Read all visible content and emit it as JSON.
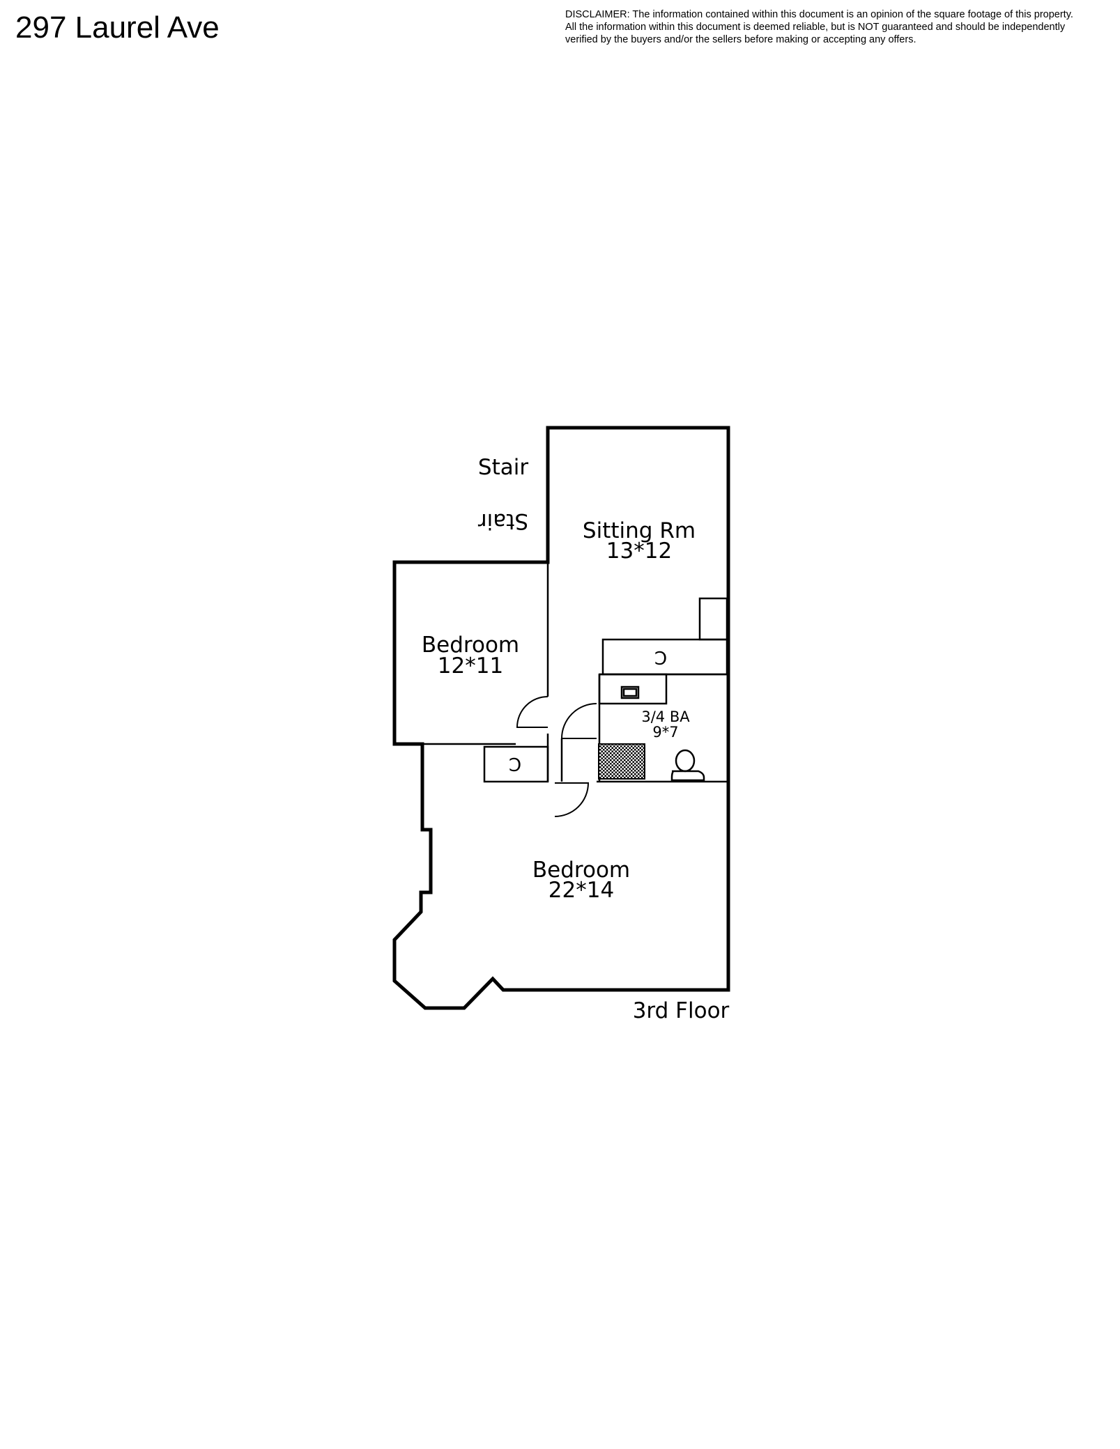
{
  "header": {
    "address": "297 Laurel Ave",
    "disclaimer_lines": [
      "DISCLAIMER: The information contained within this document is an opinion of the square footage of this property.",
      "All the information within this document is deemed reliable, but is NOT guaranteed and should be independently",
      "verified by the buyers and/or the sellers before making or accepting any offers."
    ]
  },
  "floorplan": {
    "floor_label": "3rd Floor",
    "stair_labels": [
      "Stair",
      "Stair"
    ],
    "rooms": [
      {
        "name": "Sitting Rm",
        "size": "13*12"
      },
      {
        "name": "Bedroom",
        "size": "12*11"
      },
      {
        "name": "3/4 BA",
        "size": "9*7"
      },
      {
        "name": "Bedroom",
        "size": "22*14"
      }
    ],
    "closet_label": "C"
  }
}
